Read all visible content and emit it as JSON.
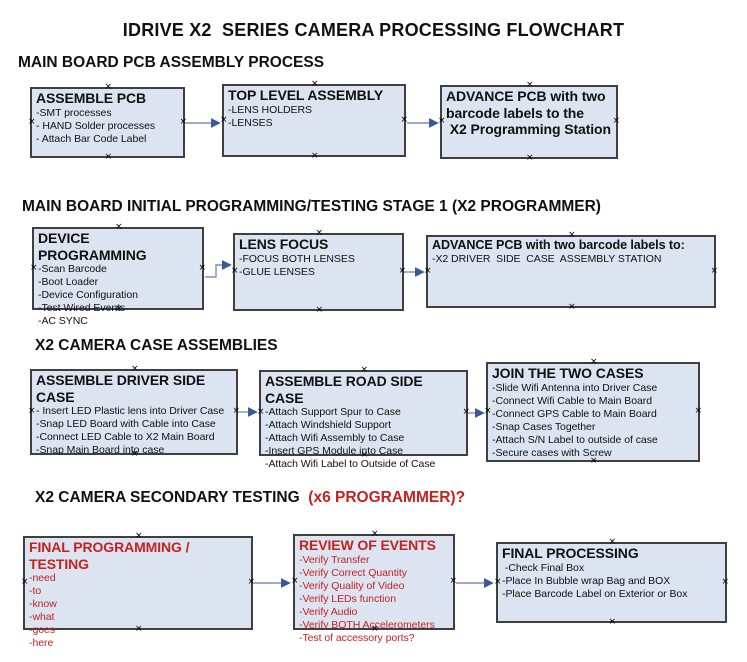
{
  "title": "IDRIVE X2  SERIES CAMERA PROCESSING FLOWCHART",
  "colors": {
    "box_fill": "#dce4f1",
    "box_border": "#3f3f3f",
    "red_text": "#c6211f",
    "arrow_line": "#7e91ad",
    "arrow_head": "#35599c",
    "text": "#111111"
  },
  "icons": {
    "connection_handle": "×",
    "arrowhead": "▶"
  },
  "sections": [
    {
      "heading": "MAIN BOARD PCB ASSEMBLY PROCESS",
      "boxes": [
        {
          "title": "ASSEMBLE PCB",
          "items": [
            "-SMT processes",
            "- HAND Solder processes",
            "- Attach Bar Code Label"
          ]
        },
        {
          "title": "TOP LEVEL ASSEMBLY",
          "items": [
            "-LENS HOLDERS",
            "-LENSES"
          ]
        },
        {
          "title": "ADVANCE PCB with two barcode labels to the\n X2 Programming Station",
          "items": []
        }
      ]
    },
    {
      "heading": "MAIN BOARD INITIAL PROGRAMMING/TESTING STAGE 1 (X2 PROGRAMMER)",
      "boxes": [
        {
          "title": "DEVICE PROGRAMMING",
          "items": [
            "-Scan Barcode",
            "-Boot Loader",
            "-Device Configuration",
            "-Test Wired Events",
            "-AC SYNC"
          ]
        },
        {
          "title": "LENS FOCUS",
          "items": [
            "-FOCUS BOTH LENSES",
            "-GLUE LENSES"
          ]
        },
        {
          "title": "ADVANCE PCB with two barcode labels to:",
          "items": [
            "-X2 DRIVER  SIDE  CASE  ASSEMBLY STATION"
          ]
        }
      ]
    },
    {
      "heading": "X2 CAMERA CASE ASSEMBLIES",
      "boxes": [
        {
          "title": "ASSEMBLE DRIVER SIDE CASE",
          "items": [
            "- Insert LED Plastic lens into Driver Case",
            "-Snap LED Board with Cable into Case",
            "-Connect LED Cable to X2 Main Board",
            "-Snap Main Board into case"
          ]
        },
        {
          "title": "ASSEMBLE ROAD SIDE CASE",
          "items": [
            "-Attach Support Spur to Case",
            "-Attach Windshield Support",
            "-Attach Wifi Assembly to Case",
            "-Insert GPS Module into Case",
            "-Attach Wifi Label to Outside of Case"
          ]
        },
        {
          "title": "JOIN THE TWO CASES",
          "items": [
            "-Slide Wifi Antenna into Driver Case",
            "-Connect Wifi Cable to Main Board",
            "-Connect GPS Cable to Main Board",
            "-Snap Cases Together",
            "-Attach S/N Label to outside of case",
            "-Secure cases with Screw"
          ]
        }
      ]
    },
    {
      "heading": "X2 CAMERA SECONDARY TESTING ",
      "heading_suffix": " (x6 PROGRAMMER)?",
      "boxes": [
        {
          "title": "FINAL PROGRAMMING / TESTING",
          "items": [
            "-need",
            "-to",
            "-know",
            "-what",
            "-goes",
            "-here"
          ]
        },
        {
          "title": "REVIEW OF EVENTS",
          "items": [
            "-Verify Transfer",
            "-Verify Correct Quantity",
            "-Verify Quality of Video",
            "-Verify LEDs function",
            "-Verify Audio",
            "-Verify BOTH Accelerometers",
            "-Test of accessory ports?"
          ]
        },
        {
          "title": "FINAL PROCESSING",
          "items": [
            " -Check Final Box",
            "-Place In Bubble wrap Bag and BOX",
            "-Place Barcode Label on Exterior or Box"
          ]
        }
      ]
    }
  ]
}
